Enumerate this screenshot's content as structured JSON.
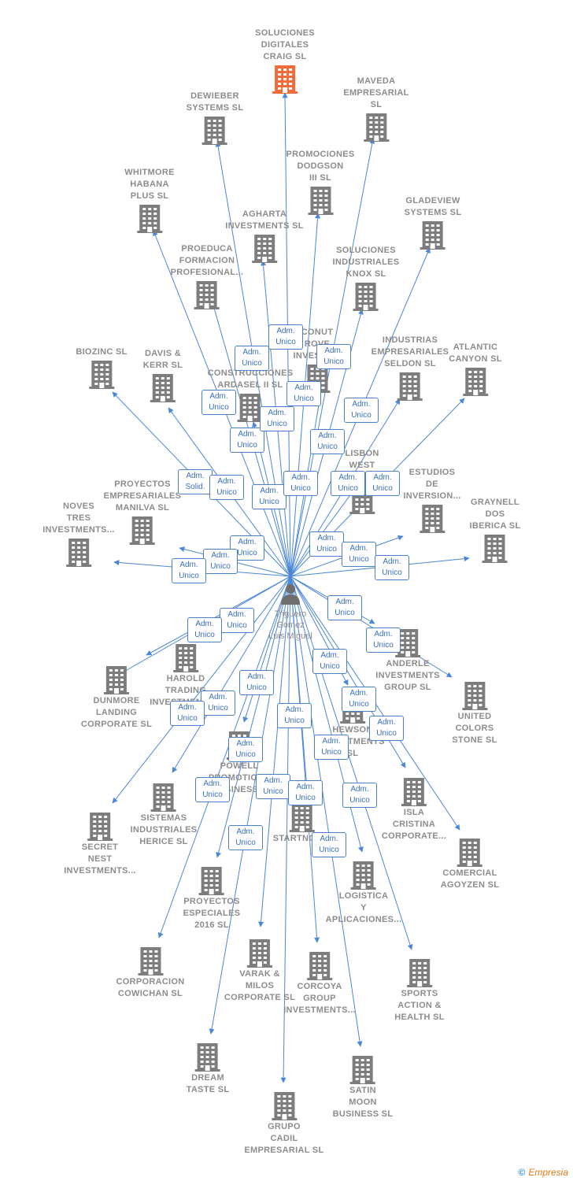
{
  "colors": {
    "edge": "#4a87d8",
    "building": "#7d7d7d",
    "highlight": "#f26b3a",
    "person": "#6e6e6e"
  },
  "person": {
    "name": "Triguero\nGomez\nLuis Miguel",
    "icon": "person-icon"
  },
  "companies": [
    {
      "id": "soluciones-digitales-craig",
      "label": "SOLUCIONES\nDIGITALES\nCRAIG  SL",
      "highlight": true
    },
    {
      "id": "dewieber",
      "label": "DEWIEBER\nSYSTEMS  SL"
    },
    {
      "id": "maveda",
      "label": "MAVEDA\nEMPRESARIAL\nSL"
    },
    {
      "id": "promociones-dodgson",
      "label": "PROMOCIONES\nDODGSON\nIII SL"
    },
    {
      "id": "whitmore",
      "label": "WHITMORE\nHABANA\nPLUS  SL"
    },
    {
      "id": "agharta",
      "label": "AGHARTA\nINVESTMENTS SL"
    },
    {
      "id": "gladeview",
      "label": "GLADEVIEW\nSYSTEMS  SL"
    },
    {
      "id": "proeduca",
      "label": "PROEDUCA\nFORMACION\nPROFESIONAL..."
    },
    {
      "id": "soluciones-knox",
      "label": "SOLUCIONES\nINDUSTRIALES\nKNOX SL"
    },
    {
      "id": "conut",
      "label": "CONUT\nROVE\nINVESTM..."
    },
    {
      "id": "industrias-seldon",
      "label": "INDUSTRIAS\nEMPRESARIALES\nSELDON SL"
    },
    {
      "id": "atlantic-canyon",
      "label": "ATLANTIC\nCANYON SL"
    },
    {
      "id": "biozinc",
      "label": "BIOZINC SL"
    },
    {
      "id": "davis-kerr",
      "label": "DAVIS &\nKERR SL"
    },
    {
      "id": "construcciones-ardasel",
      "label": "CONSTRUCCIONES\nARDASEL II  SL"
    },
    {
      "id": "lisbon-west",
      "label": "LISBON\nWEST\nCOMP..."
    },
    {
      "id": "estudios-inversion",
      "label": "ESTUDIOS\nDE\nINVERSION..."
    },
    {
      "id": "proyectos-manilva",
      "label": "PROYECTOS\nEMPRESARIALES\nMANILVA SL"
    },
    {
      "id": "graynell",
      "label": "GRAYNELL\nDOS\nIBERICA  SL"
    },
    {
      "id": "noves-tres",
      "label": "NOVES\nTRES\nINVESTMENTS..."
    },
    {
      "id": "anderle",
      "label": "ANDERLE\nINVESTMENTS\nGROUP SL"
    },
    {
      "id": "harold-trading",
      "label": "HAROLD\nTRADING\nINVESTMENTS..."
    },
    {
      "id": "dunmore",
      "label": "DUNMORE\nLANDING\nCORPORATE SL"
    },
    {
      "id": "united-colors",
      "label": "UNITED\nCOLORS\nSTONE SL"
    },
    {
      "id": "hewson",
      "label": "HEWSON\nINVESTMENTS\nSL"
    },
    {
      "id": "powell",
      "label": "POWELL\nPROMOTIONS\nBUSINESS..."
    },
    {
      "id": "sistemas-herice",
      "label": "SISTEMAS\nINDUSTRIALES\nHERICE  SL"
    },
    {
      "id": "isla-cristina",
      "label": "ISLA\nCRISTINA\nCORPORATE..."
    },
    {
      "id": "secret-nest",
      "label": "SECRET\nNEST\nINVESTMENTS..."
    },
    {
      "id": "startnow",
      "label": "STARTNOW..."
    },
    {
      "id": "comercial-agoyzen",
      "label": "COMERCIAL\nAGOYZEN SL"
    },
    {
      "id": "logistica",
      "label": "LOGISTICA\nY\nAPLICACIONES..."
    },
    {
      "id": "proyectos-2016",
      "label": "PROYECTOS\nESPECIALES\n2016  SL"
    },
    {
      "id": "corporacion-cowichan",
      "label": "CORPORACION\nCOWICHAN SL"
    },
    {
      "id": "varak-milos",
      "label": "VARAK &\nMILOS\nCORPORATE SL"
    },
    {
      "id": "corcoya",
      "label": "CORCOYA\nGROUP\nINVESTMENTS..."
    },
    {
      "id": "sports-action",
      "label": "SPORTS\nACTION &\nHEALTH  SL"
    },
    {
      "id": "dream-taste",
      "label": "DREAM\nTASTE SL"
    },
    {
      "id": "satin-moon",
      "label": "SATIN\nMOON\nBUSINESS SL"
    },
    {
      "id": "grupo-cadil",
      "label": "GRUPO\nCADIL\nEMPRESARIAL SL"
    }
  ],
  "badges": [
    "Adm.\nUnico",
    "Adm.\nUnico",
    "Adm.\nUnico",
    "Adm.\nUnico",
    "Adm.\nUnico",
    "Adm.\nUnico",
    "Adm.\nUnico",
    "Adm.\nUnico",
    "Adm.\nUnico",
    "Adm.\nUnico",
    "Adm.\nSolid.",
    "Adm.\nUnico",
    "Adm.\nUnico",
    "Adm.\nUnico",
    "Adm.\nUnico",
    "Adm.\nUnico",
    "Adm.\nUnico",
    "Adm.\nUnico",
    "Adm.\nUnico",
    "Adm.\nUnico",
    "Adm.\nUnico",
    "Adm.\nUnico",
    "Adm.\nUnico",
    "Adm.\nUnico",
    "Adm.\nUnico",
    "Adm.\nUnico",
    "Adm.\nUnico",
    "Adm.\nUnico",
    "Adm.\nUnico",
    "Adm.\nUnico",
    "Adm.\nUnico",
    "Adm.\nUnico",
    "Adm.\nUnico",
    "Adm.\nUnico",
    "Adm.\nUnico",
    "Adm.\nUnico",
    "Adm.\nUnico",
    "Adm.\nUnico",
    "Adm.\nUnico",
    "Adm.\nUnico"
  ],
  "footer": {
    "copyright": "©",
    "brand": "Empresia"
  }
}
